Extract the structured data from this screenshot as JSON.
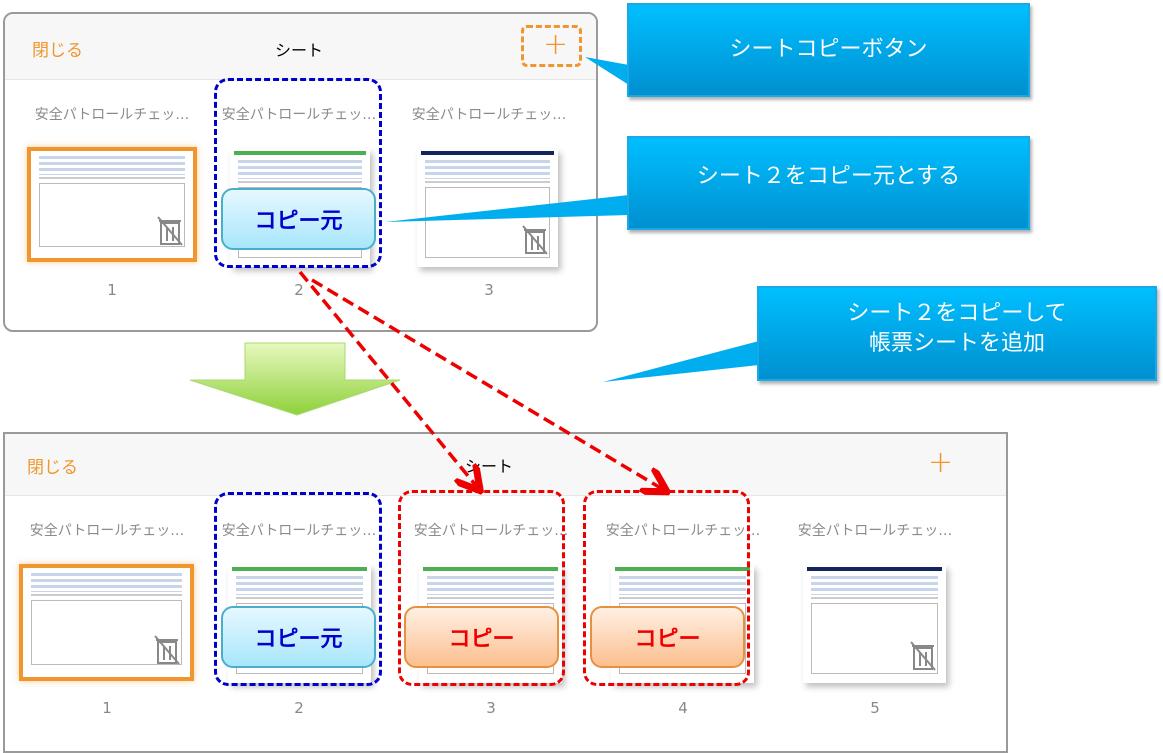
{
  "top_panel": {
    "close_label": "閉じる",
    "title": "シート",
    "add_icon": "plus-icon",
    "sheets": [
      {
        "title": "安全パトロールチェッ…",
        "number": "1",
        "band": "none"
      },
      {
        "title": "安全パトロールチェッ…",
        "number": "2",
        "band": "#4caf50"
      },
      {
        "title": "安全パトロールチェッ…",
        "number": "3",
        "band": "#14245c"
      }
    ]
  },
  "bottom_panel": {
    "close_label": "閉じる",
    "title": "シート",
    "add_icon": "plus-icon",
    "sheets": [
      {
        "title": "安全パトロールチェッ…",
        "number": "1"
      },
      {
        "title": "安全パトロールチェッ…",
        "number": "2"
      },
      {
        "title": "安全パトロールチェッ…",
        "number": "3"
      },
      {
        "title": "安全パトロールチェッ…",
        "number": "4"
      },
      {
        "title": "安全パトロールチェッ…",
        "number": "5"
      }
    ]
  },
  "labels": {
    "copy_source": "コピー元",
    "copy": "コピー"
  },
  "callouts": {
    "copy_button": "シートコピーボタン",
    "source": "シート２をコピー元とする",
    "result_line1": "シート２をコピーして",
    "result_line2": "帳票シートを追加"
  },
  "colors": {
    "accent": "#f0962e",
    "callout": "#00aeef",
    "source_dash": "#0000cc",
    "copy_dash": "#ee0000"
  }
}
